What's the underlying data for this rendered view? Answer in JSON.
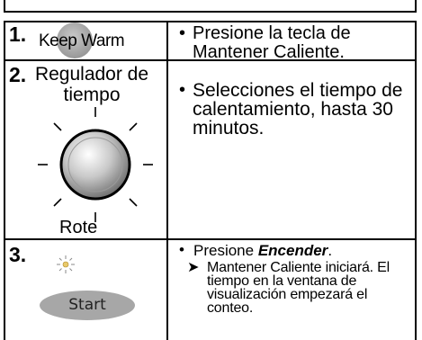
{
  "steps": [
    {
      "number": "1.",
      "button_label": "Keep Warm",
      "instruction": "Presione la tecla de Mantener Caliente."
    },
    {
      "number": "2.",
      "control_label": "Regulador de tiempo",
      "dial_label": "Rote",
      "instruction": "Selecciones el tiempo de calentamiento, hasta 30 minutos."
    },
    {
      "number": "3.",
      "button_label": "Start",
      "instruction_prefix": "Presione ",
      "instruction_emphasis": "Encender",
      "instruction_suffix": ".",
      "result": "Mantener Caliente iniciará. El tiempo en la ventana de visualización empezará el conteo."
    }
  ],
  "bullet_symbol": "•",
  "arrow_symbol": "➤",
  "icons": {
    "keep_warm": "keep-warm-button-icon",
    "dial": "dial-knob-icon",
    "sun": "sun-indicator-icon",
    "start": "start-button-icon"
  },
  "colors": {
    "border": "#000000",
    "button_gray": "#a7a7a7"
  }
}
